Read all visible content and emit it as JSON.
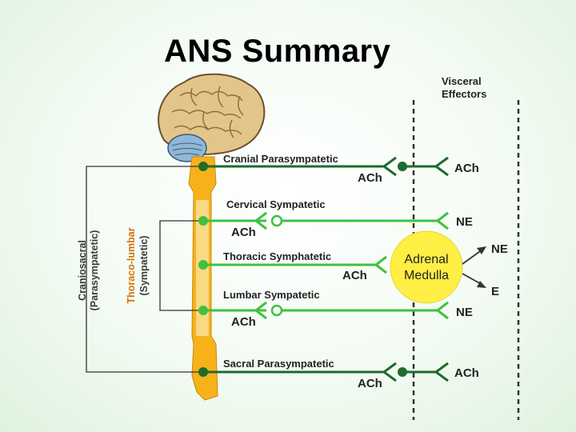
{
  "title": "ANS Summary",
  "visceral_effectors": [
    "Visceral",
    "Effectors"
  ],
  "pathways": {
    "cranial": "Cranial Parasympatetic",
    "cervical": "Cervical Sympatetic",
    "thoracic": "Thoracic Symphatetic",
    "lumbar": "Lumbar Sympatetic",
    "sacral": "Sacral Parasympatetic"
  },
  "neurotransmitters": {
    "cranial_pre": "ACh",
    "cranial_post": "ACh",
    "cervical_pre": "ACh",
    "cervical_post": "NE",
    "thoracic_pre": "ACh",
    "adrenal_ne": "NE",
    "adrenal_e": "E",
    "lumbar_pre": "ACh",
    "lumbar_post": "NE",
    "sacral_pre": "ACh",
    "sacral_post": "ACh"
  },
  "adrenal": [
    "Adrenal",
    "Medulla"
  ],
  "side_labels": {
    "craniosacral": [
      "Craniosacral",
      "(Parasympatetic)"
    ],
    "thoracolumbar": [
      "Thoraco-lumbar",
      "(Sympatetic)"
    ]
  },
  "colors": {
    "parasympathetic": "#1e6b2e",
    "sympathetic": "#3fc13f",
    "spine": "#f7b21a",
    "adrenal": "#ffee44",
    "sympathetic_label": "#d8700a",
    "parasympathetic_label": "#3a3a3a"
  }
}
